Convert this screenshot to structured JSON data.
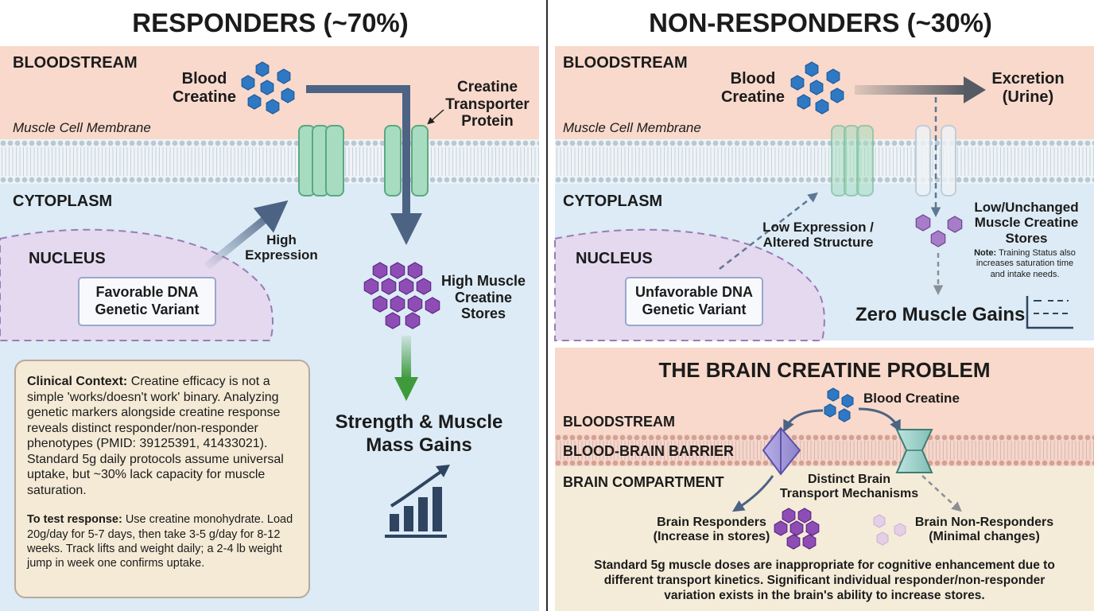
{
  "left": {
    "title": "RESPONDERS (~70%)",
    "bloodstream": "BLOODSTREAM",
    "membrane": "Muscle Cell Membrane",
    "cytoplasm": "CYTOPLASM",
    "nucleus": "NUCLEUS",
    "blood_creatine": [
      "Blood",
      "Creatine"
    ],
    "transporter": [
      "Creatine",
      "Transporter",
      "Protein"
    ],
    "expression": [
      "High",
      "Expression"
    ],
    "variant": [
      "Favorable DNA",
      "Genetic Variant"
    ],
    "stores": [
      "High Muscle",
      "Creatine",
      "Stores"
    ],
    "gains": [
      "Strength & Muscle",
      "Mass Gains"
    ]
  },
  "context": {
    "heading": "Clinical Context:",
    "body": "Creatine efficacy is not a simple 'works/doesn't work' binary. Analyzing genetic markers alongside creatine response reveals distinct responder/non-responder phenotypes (PMID: 39125391, 41433021). Standard 5g daily protocols assume universal uptake, but ~30% lack capacity for muscle saturation.",
    "test_heading": "To test response:",
    "test_body": "Use creatine monohydrate. Load 20g/day for 5-7 days, then take 3-5 g/day for 8-12 weeks. Track lifts and weight daily; a 2-4 lb weight jump in week one confirms uptake."
  },
  "right": {
    "title": "NON-RESPONDERS (~30%)",
    "bloodstream": "BLOODSTREAM",
    "membrane": "Muscle Cell Membrane",
    "cytoplasm": "CYTOPLASM",
    "nucleus": "NUCLEUS",
    "blood_creatine": [
      "Blood",
      "Creatine"
    ],
    "excretion": [
      "Excretion",
      "(Urine)"
    ],
    "expression": [
      "Low Expression /",
      "Altered Structure"
    ],
    "variant": [
      "Unfavorable DNA",
      "Genetic Variant"
    ],
    "stores": [
      "Low/Unchanged",
      "Muscle Creatine",
      "Stores"
    ],
    "note_label": "Note:",
    "note_text": [
      "Training Status also",
      "increases saturation time",
      "and intake needs."
    ],
    "zero": "Zero Muscle Gains"
  },
  "brain": {
    "title": "THE BRAIN CREATINE PROBLEM",
    "blood_creatine": "Blood Creatine",
    "bloodstream": "BLOODSTREAM",
    "barrier": "BLOOD-BRAIN BARRIER",
    "compartment": "BRAIN COMPARTMENT",
    "mechanisms": [
      "Distinct Brain",
      "Transport Mechanisms"
    ],
    "responders": [
      "Brain Responders",
      "(Increase in stores)"
    ],
    "non_responders": [
      "Brain Non-Responders",
      "(Minimal changes)"
    ],
    "footer": [
      "Standard 5g muscle doses are inappropriate for cognitive enhancement due to",
      "different transport kinetics. Significant individual responder/non-responder",
      "variation exists in the brain's ability to increase stores."
    ]
  },
  "colors": {
    "bloodstream": "#f8d9cb",
    "cytoplasm": "#dcebf5",
    "nucleus": "#e4d9ef",
    "brain_compartment": "#f4ecd9",
    "creatine_blue": "#2f78c4",
    "muscle_creatine_purple": "#8e4db5",
    "transporter_green": "#a8dcc0",
    "gain_arrow_green": "#3f9a3c",
    "flow_arrow_slate": "#4d6384"
  }
}
